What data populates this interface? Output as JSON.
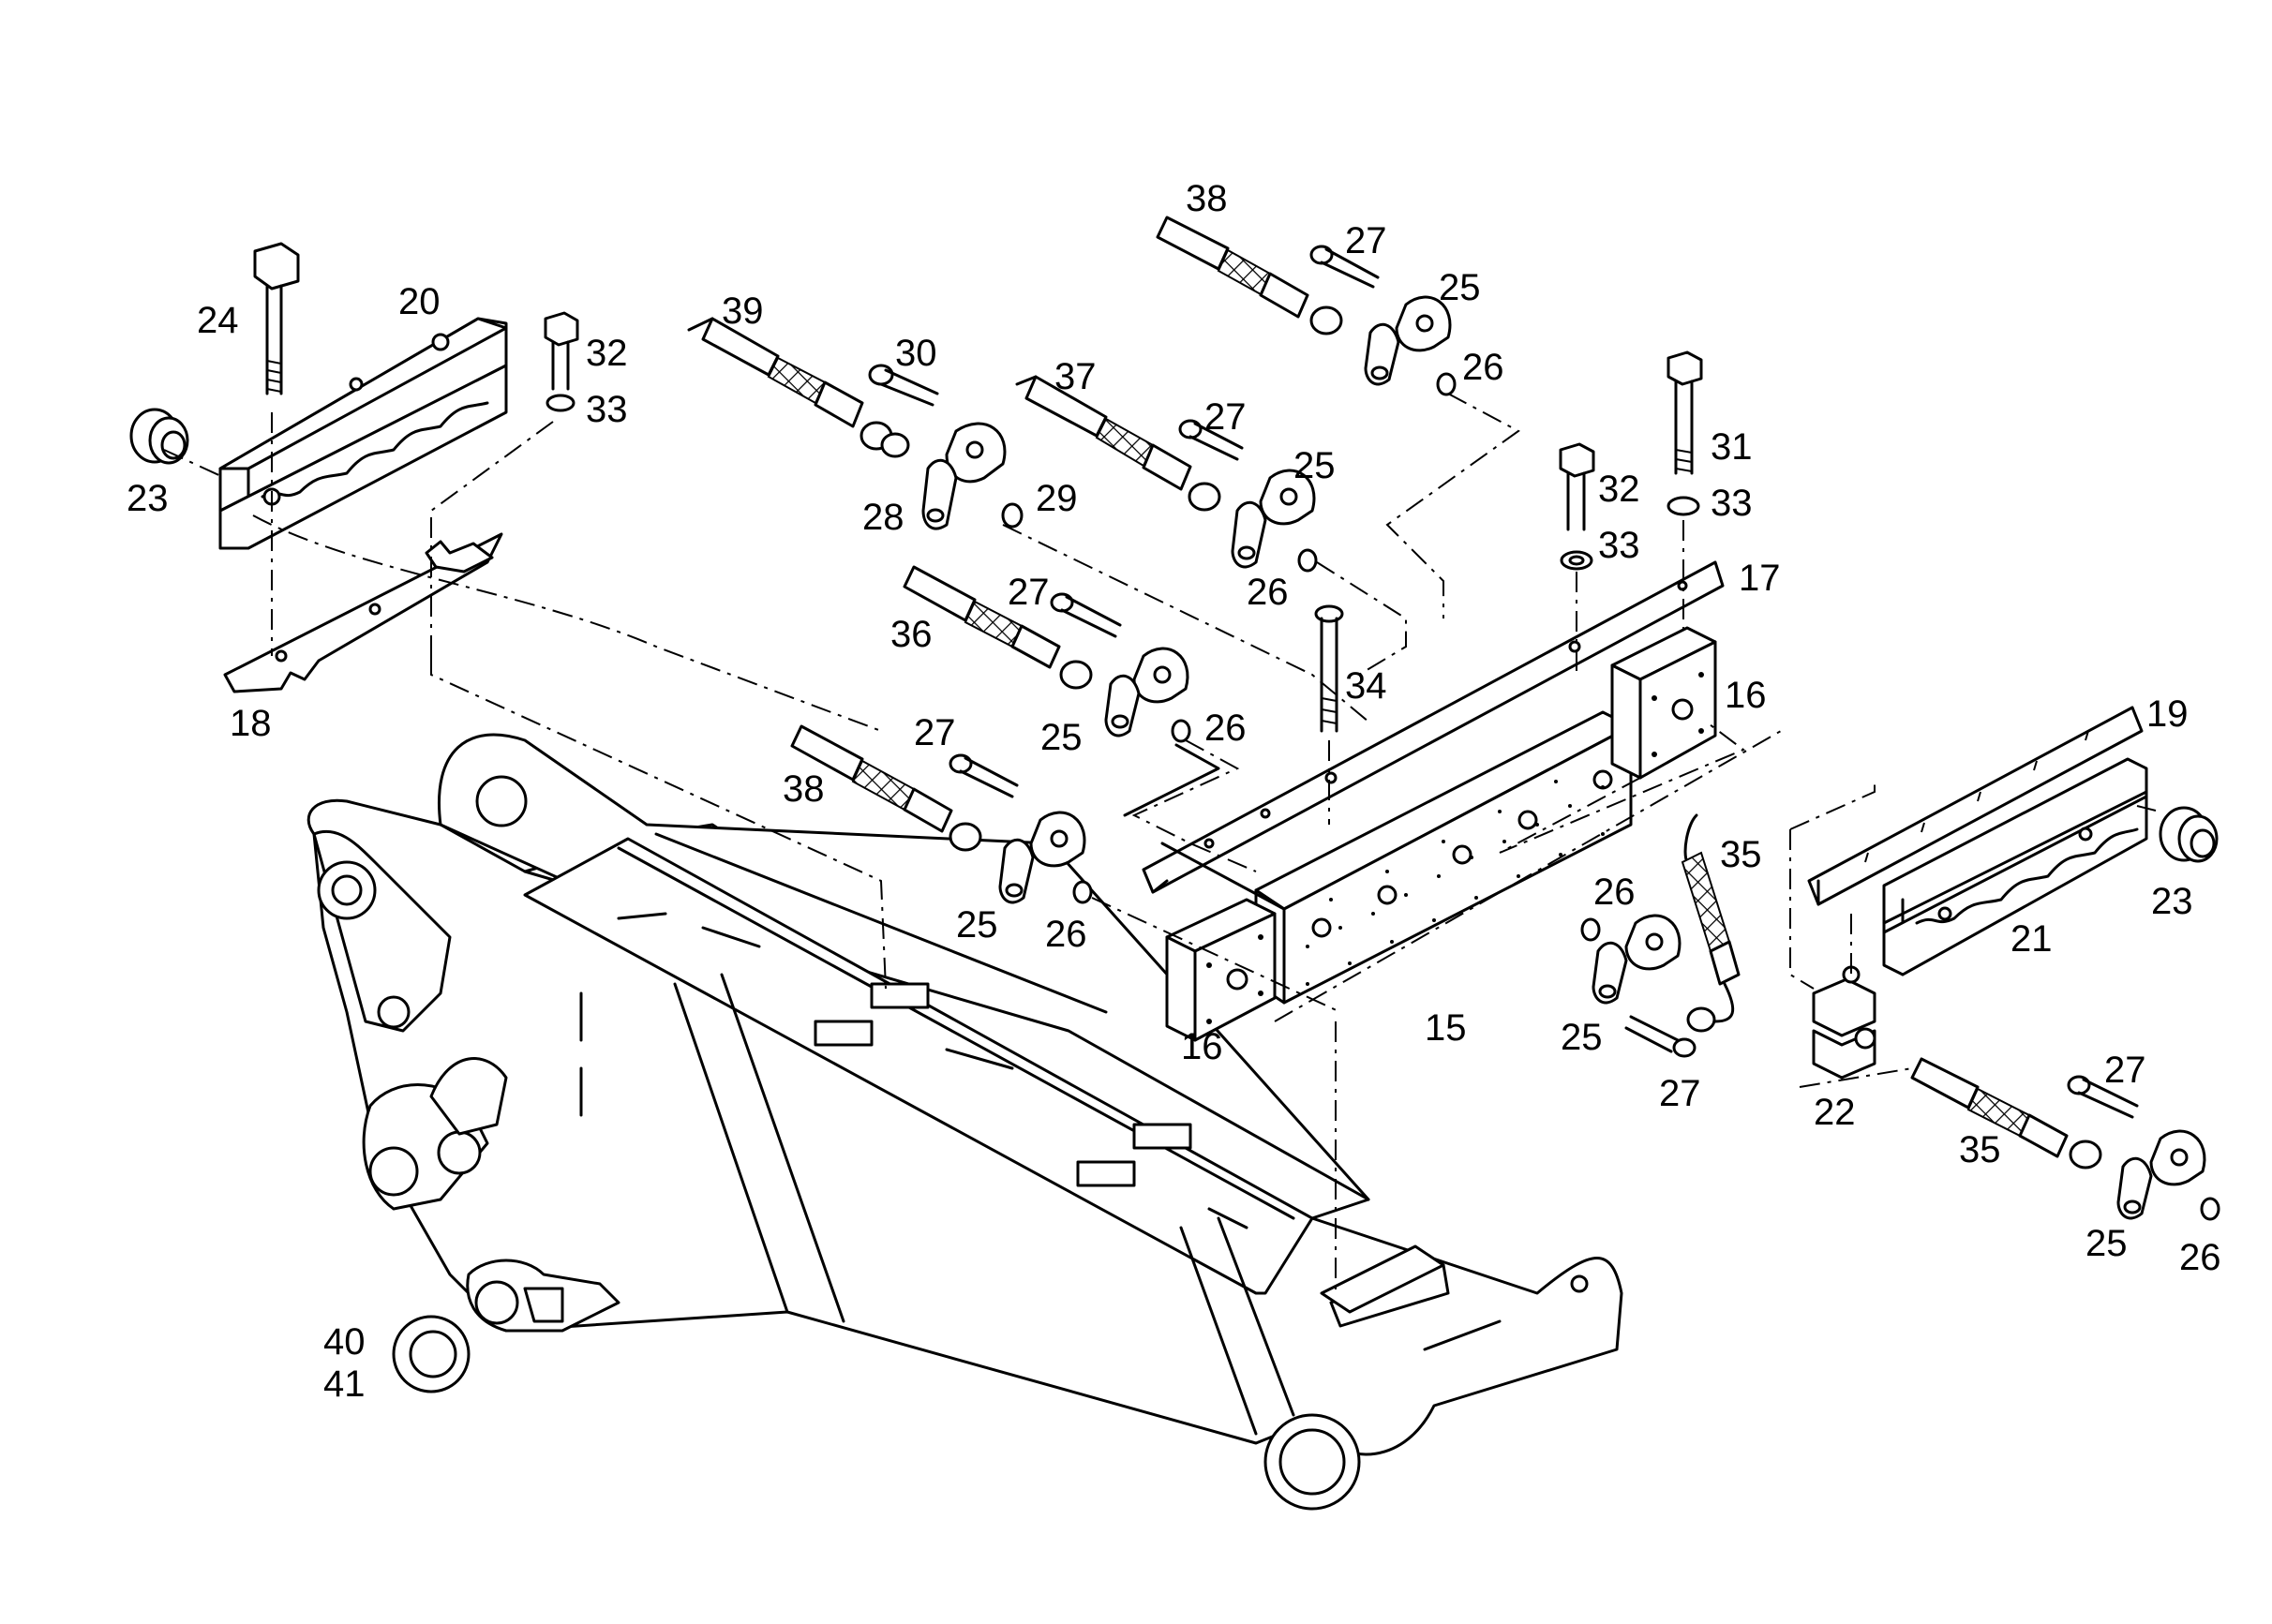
{
  "labels": {
    "p15": "15",
    "p16a": "16",
    "p16b": "16",
    "p17": "17",
    "p18": "18",
    "p19": "19",
    "p20": "20",
    "p21": "21",
    "p22": "22",
    "p23a": "23",
    "p23b": "23",
    "p24": "24",
    "p25a": "25",
    "p25b": "25",
    "p25c": "25",
    "p25d": "25",
    "p25e": "25",
    "p25f": "25",
    "p26a": "26",
    "p26b": "26",
    "p26c": "26",
    "p26d": "26",
    "p26e": "26",
    "p26f": "26",
    "p27a": "27",
    "p27b": "27",
    "p27c": "27",
    "p27d": "27",
    "p27e": "27",
    "p27f": "27",
    "p28": "28",
    "p29": "29",
    "p30": "30",
    "p31": "31",
    "p32a": "32",
    "p32b": "32",
    "p33a": "33",
    "p33b": "33",
    "p33c": "33",
    "p34": "34",
    "p35a": "35",
    "p35b": "35",
    "p36": "36",
    "p37": "37",
    "p38a": "38",
    "p38b": "38",
    "p39": "39",
    "p40": "40",
    "p41": "41"
  }
}
